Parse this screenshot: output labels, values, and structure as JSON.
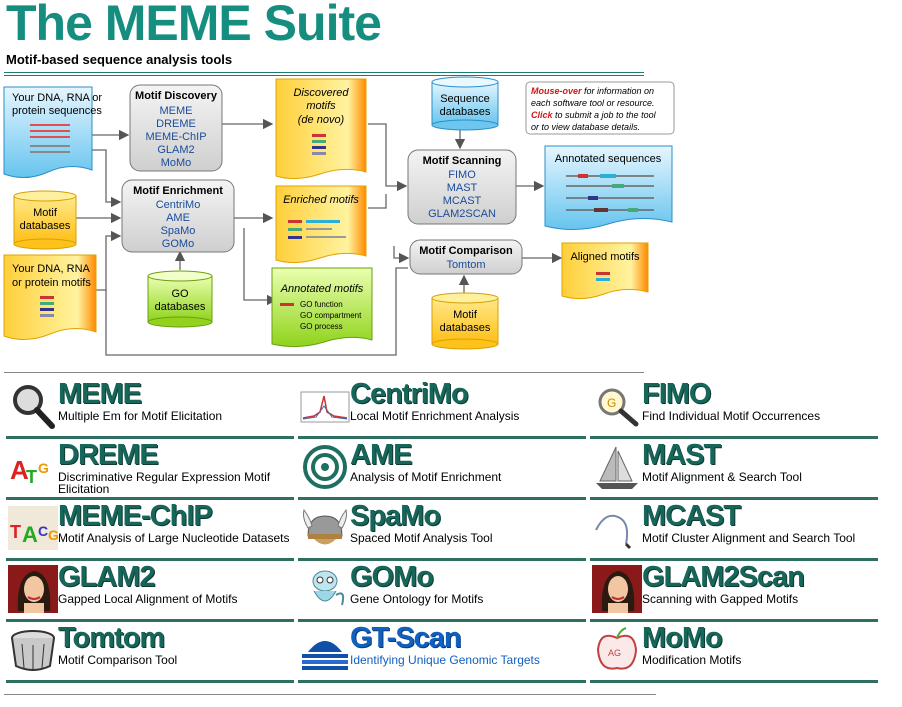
{
  "header": {
    "title": "The MEME Suite",
    "subtitle": "Motif-based sequence analysis tools"
  },
  "diagram": {
    "input_sequences": [
      "Your DNA, RNA or",
      "protein sequences"
    ],
    "motif_databases_left": [
      "Motif",
      "databases"
    ],
    "input_motifs": [
      "Your DNA, RNA",
      "or protein motifs"
    ],
    "motif_discovery": {
      "title": "Motif Discovery",
      "tools": [
        "MEME",
        "DREME",
        "MEME-ChIP",
        "GLAM2",
        "MoMo"
      ]
    },
    "motif_enrichment": {
      "title": "Motif Enrichment",
      "tools": [
        "CentriMo",
        "AME",
        "SpaMo",
        "GOMo"
      ]
    },
    "go_databases": [
      "GO",
      "databases"
    ],
    "discovered_motifs": [
      "Discovered",
      "motifs",
      "(de novo)"
    ],
    "enriched_motifs": "Enriched motifs",
    "annotated_motifs": {
      "title": "Annotated motifs",
      "items": [
        "GO function",
        "GO compartment",
        "GO process"
      ]
    },
    "sequence_databases": [
      "Sequence",
      "databases"
    ],
    "motif_scanning": {
      "title": "Motif Scanning",
      "tools": [
        "FIMO",
        "MAST",
        "MCAST",
        "GLAM2SCAN"
      ]
    },
    "annotated_sequences": "Annotated sequences",
    "motif_comparison": {
      "title": "Motif Comparison",
      "tools": [
        "Tomtom"
      ]
    },
    "aligned_motifs": "Aligned motifs",
    "motif_databases_right": [
      "Motif",
      "databases"
    ],
    "hint": {
      "mouseover_key": "Mouse-over",
      "mouseover_rest": " for information on",
      "line2": "each software tool or resource.",
      "click_key": "Click",
      "click_rest": " to submit a job to the tool",
      "line4": "or to view database details."
    }
  },
  "tools": [
    {
      "name": "MEME",
      "desc": "Multiple Em for Motif Elicitation",
      "icon": "magnifier-icon"
    },
    {
      "name": "CentriMo",
      "desc": "Local Motif Enrichment Analysis",
      "icon": "centrimo-plot-icon"
    },
    {
      "name": "FIMO",
      "desc": "Find Individual Motif Occurrences",
      "icon": "magnifier-logo-icon"
    },
    {
      "name": "DREME",
      "desc": "Discriminative Regular Expression Motif Elicitation",
      "icon": "dreme-logo-icon"
    },
    {
      "name": "AME",
      "desc": "Analysis of Motif Enrichment",
      "icon": "target-icon"
    },
    {
      "name": "MAST",
      "desc": "Motif Alignment & Search Tool",
      "icon": "sailboat-icon"
    },
    {
      "name": "MEME-ChIP",
      "desc": "Motif Analysis of Large Nucleotide Datasets",
      "icon": "sequence-logo-icon"
    },
    {
      "name": "SpaMo",
      "desc": "Spaced Motif Analysis Tool",
      "icon": "viking-helmet-icon"
    },
    {
      "name": "MCAST",
      "desc": "Motif Cluster Alignment and Search Tool",
      "icon": "cast-line-icon"
    },
    {
      "name": "GLAM2",
      "desc": "Gapped Local Alignment of Motifs",
      "icon": "glamour-portrait-icon"
    },
    {
      "name": "GOMo",
      "desc": "Gene Ontology for Motifs",
      "icon": "cartoon-creature-icon"
    },
    {
      "name": "GLAM2Scan",
      "desc": "Scanning with Gapped Motifs",
      "icon": "glamour-portrait-icon"
    },
    {
      "name": "Tomtom",
      "desc": "Motif Comparison Tool",
      "icon": "drum-icon"
    },
    {
      "name": "GT-Scan",
      "desc": "Identifying Unique Genomic Targets",
      "icon": "gt-scan-logo-icon"
    },
    {
      "name": "MoMo",
      "desc": "Modification Motifs",
      "icon": "apple-icon"
    }
  ],
  "colors": {
    "brand": "#158e80",
    "tool_name": "#17665a",
    "gtscan": "#1060c0"
  }
}
